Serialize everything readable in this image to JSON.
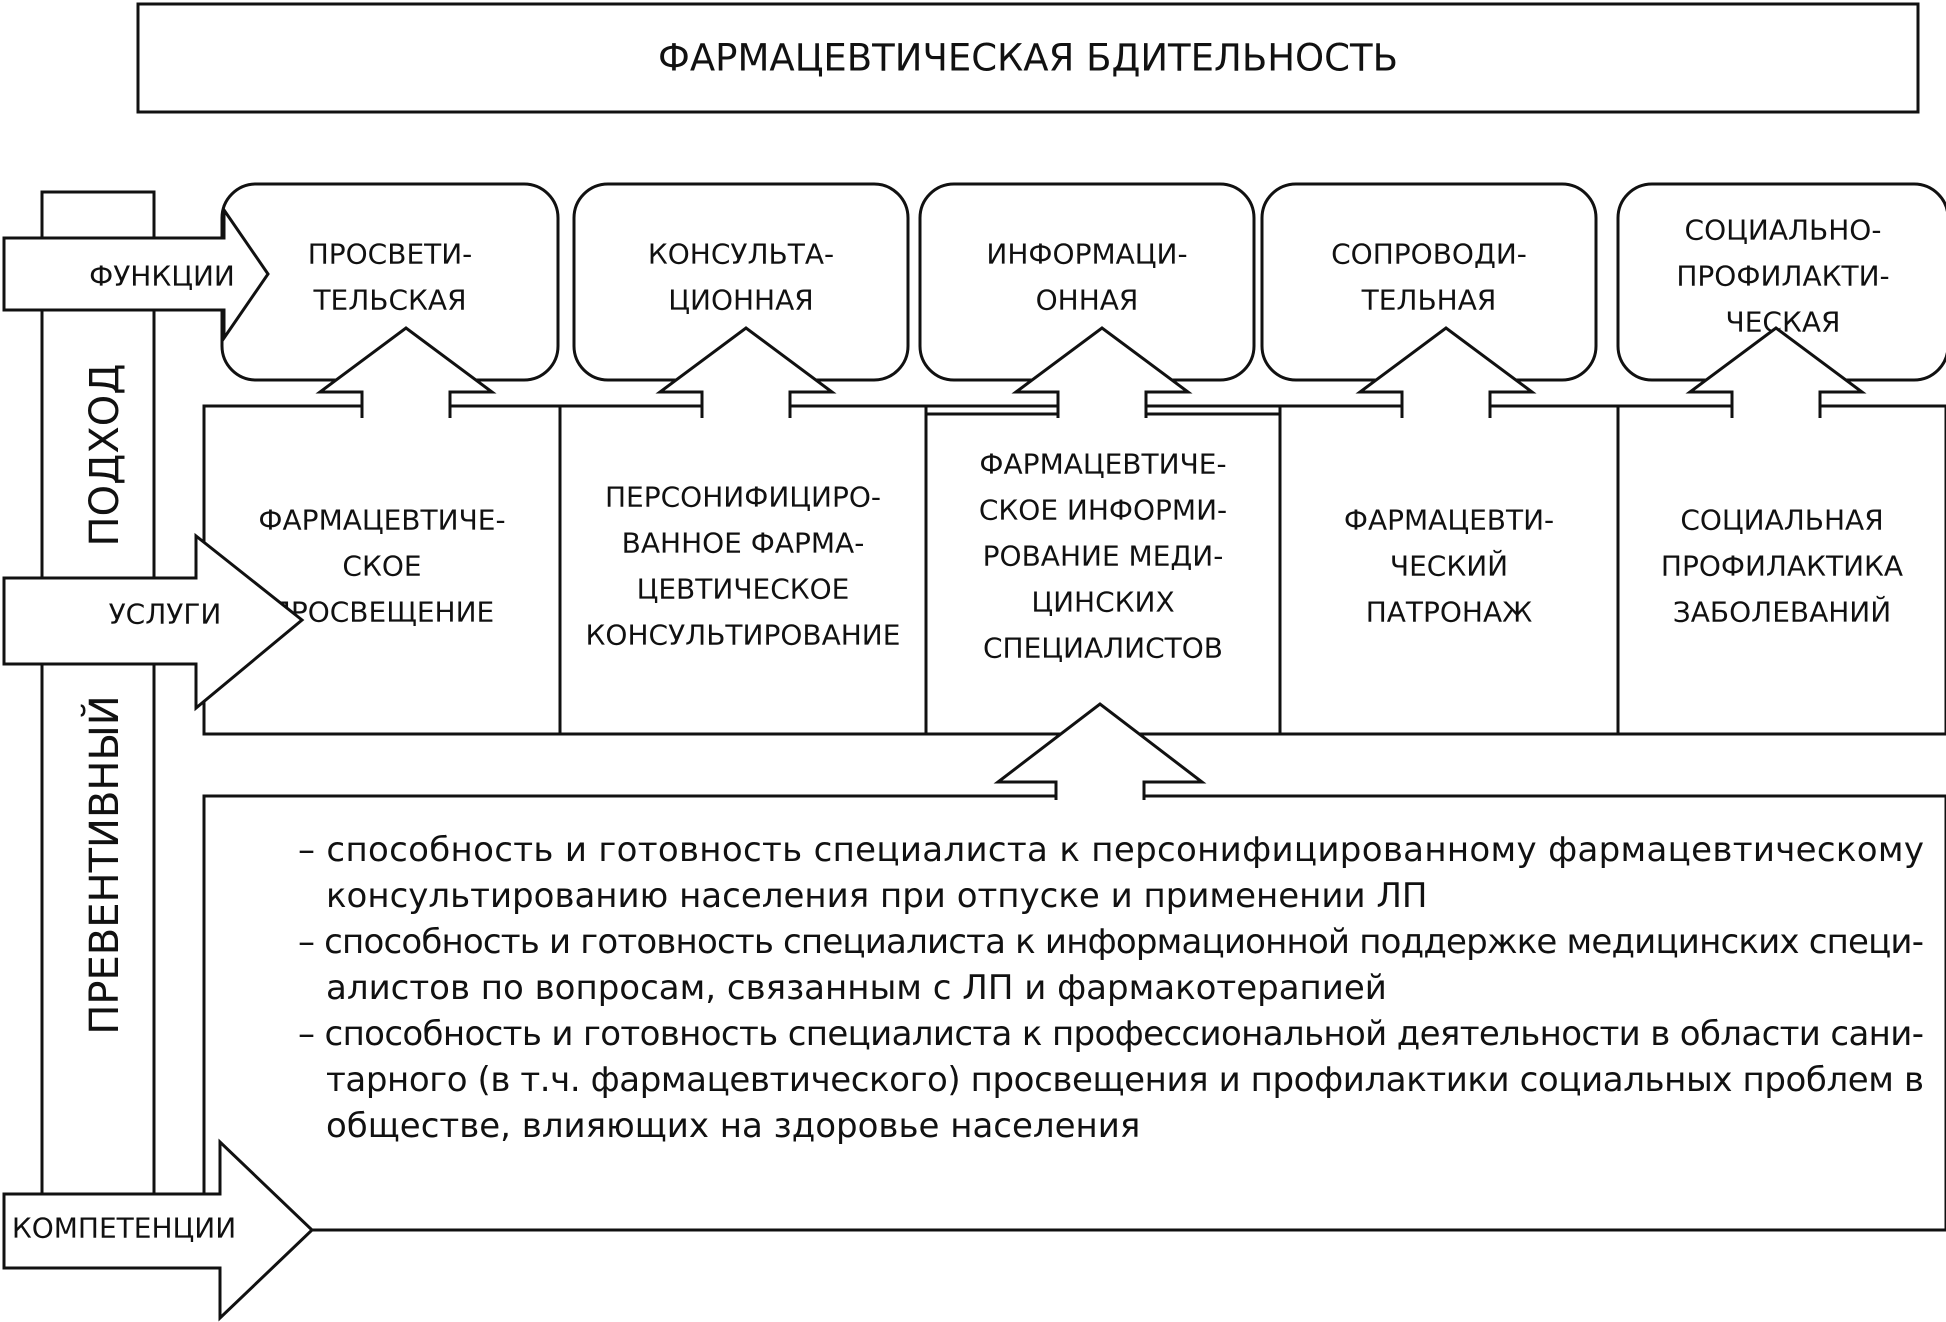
{
  "title": "ФАРМАЦЕВТИЧЕСКАЯ БДИТЕЛЬНОСТЬ",
  "approach": {
    "top_label": "ПОДХОД",
    "bottom_label": "ПРЕВЕНТИВНЫЙ"
  },
  "arrows": {
    "functions": "ФУНКЦИИ",
    "services": "УСЛУГИ",
    "competencies": "КОМПЕТЕНЦИИ"
  },
  "functions": [
    {
      "lines": [
        "ПРОСВЕТИ-",
        "ТЕЛЬСКАЯ"
      ]
    },
    {
      "lines": [
        "КОНСУЛЬТА-",
        "ЦИОННАЯ"
      ]
    },
    {
      "lines": [
        "ИНФОРМАЦИ-",
        "ОННАЯ"
      ]
    },
    {
      "lines": [
        "СОПРОВОДИ-",
        "ТЕЛЬНАЯ"
      ]
    },
    {
      "lines": [
        "СОЦИАЛЬНО-",
        "ПРОФИЛАКТИ-",
        "ЧЕСКАЯ"
      ]
    }
  ],
  "services": [
    {
      "lines": [
        "ФАРМАЦЕВТИЧЕ-",
        "СКОЕ",
        "ПРОСВЕЩЕНИЕ"
      ]
    },
    {
      "lines": [
        "ПЕРСОНИФИЦИРО-",
        "ВАННОЕ ФАРМА-",
        "ЦЕВТИЧЕСКОЕ",
        "КОНСУЛЬТИРОВАНИЕ"
      ]
    },
    {
      "lines": [
        "ФАРМАЦЕВТИЧЕ-",
        "СКОЕ ИНФОРМИ-",
        "РОВАНИЕ МЕДИ-",
        "ЦИНСКИХ",
        "СПЕЦИАЛИСТОВ"
      ]
    },
    {
      "lines": [
        "ФАРМАЦЕВТИ-",
        "ЧЕСКИЙ",
        "ПАТРОНАЖ"
      ]
    },
    {
      "lines": [
        "СОЦИАЛЬНАЯ",
        "ПРОФИЛАКТИКА",
        "ЗАБОЛЕВАНИЙ"
      ]
    }
  ],
  "competencies": [
    "– способность и готовность специалиста к персонифицированному фармацевтическому",
    "консультированию населения при отпуске и применении ЛП",
    "– способность и готовность специалиста к информационной поддержке медицинских специ-",
    "алистов по вопросам, связанным с ЛП и фармакотерапией",
    "– способность и готовность специалиста к профессиональной деятельности в области сани-",
    "тарного (в т.ч. фармацевтического) просвещения и профилактики социальных проблем в",
    "обществе, влияющих на здоровье населения"
  ],
  "colors": {
    "stroke": "#111111",
    "fill": "#ffffff",
    "text": "#111111"
  }
}
